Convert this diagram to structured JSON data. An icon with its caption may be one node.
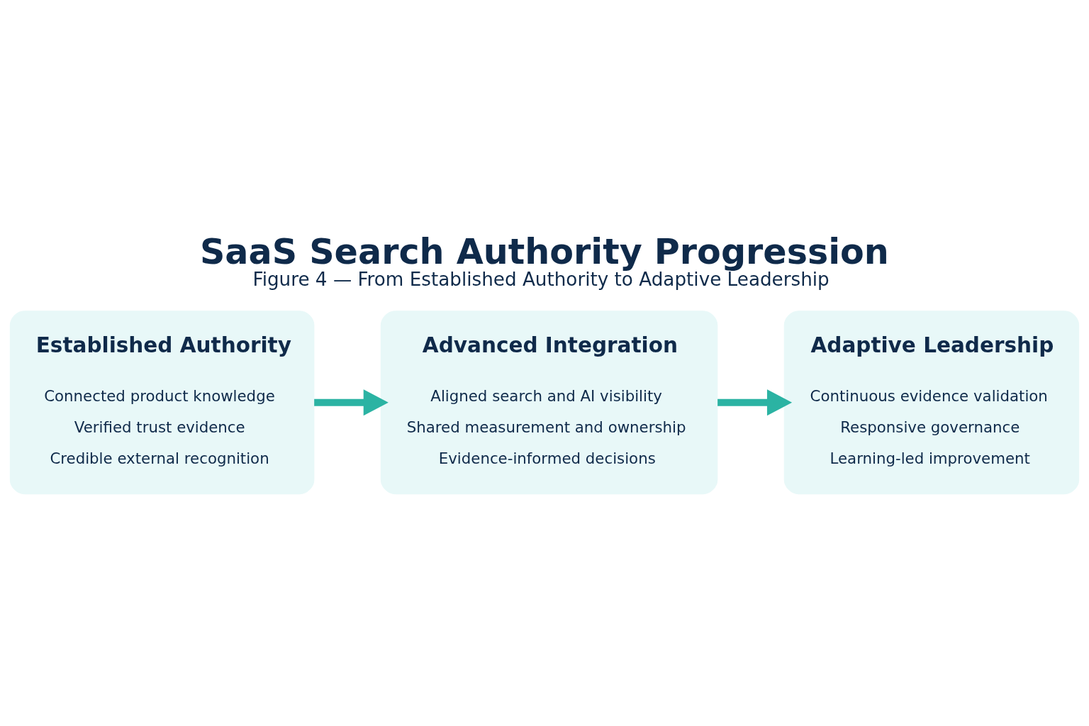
{
  "diagram": {
    "title": "SaaS Search Authority Progression",
    "caption": "Figure 4 — From Established Authority to Adaptive Leadership",
    "nodes": [
      {
        "text": [
          "Established Authority",
          "Connected product knowledge",
          "Verified trust evidence",
          "Credible external recognition"
        ]
      },
      {
        "text": [
          "Advanced Integration",
          "Aligned search and AI visibility",
          "Shared measurement and ownership",
          "Evidence-informed decisions"
        ]
      },
      {
        "text": [
          "Adaptive Leadership",
          "Continuous evidence validation",
          "Responsive governance",
          "Learning-led improvement"
        ]
      }
    ],
    "edges": [
      {
        "from": 0,
        "to": 1,
        "arrow": "to"
      },
      {
        "from": 1,
        "to": 2,
        "arrow": "to"
      }
    ]
  }
}
